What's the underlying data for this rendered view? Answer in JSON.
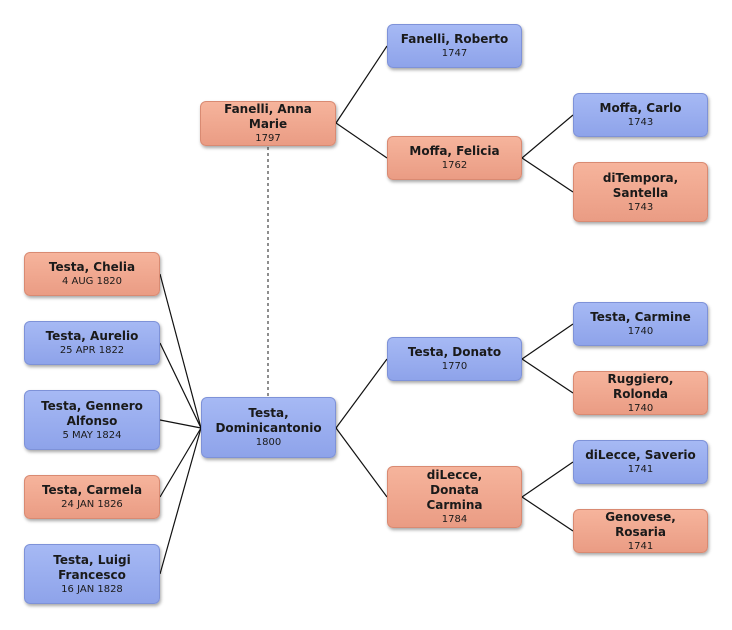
{
  "people": {
    "fanelli_roberto": {
      "name": "Fanelli, Roberto",
      "date": "1747",
      "gender": "male"
    },
    "fanelli_anna_marie": {
      "name": "Fanelli, Anna Marie",
      "date": "1797",
      "gender": "female"
    },
    "moffa_felicia": {
      "name": "Moffa, Felicia",
      "date": "1762",
      "gender": "female"
    },
    "moffa_carlo": {
      "name": "Moffa, Carlo",
      "date": "1743",
      "gender": "male"
    },
    "ditempora_santella": {
      "name": "diTempora, Santella",
      "date": "1743",
      "gender": "female"
    },
    "testa_chelia": {
      "name": "Testa, Chelia",
      "date": "4 AUG 1820",
      "gender": "female"
    },
    "testa_aurelio": {
      "name": "Testa, Aurelio",
      "date": "25 APR 1822",
      "gender": "male"
    },
    "testa_gennero_alfonso": {
      "name": "Testa, Gennero Alfonso",
      "date": "5 MAY 1824",
      "gender": "male"
    },
    "testa_carmela": {
      "name": "Testa, Carmela",
      "date": "24 JAN 1826",
      "gender": "female"
    },
    "testa_luigi_francesco": {
      "name": "Testa, Luigi Francesco",
      "date": "16 JAN 1828",
      "gender": "male"
    },
    "testa_dominicantonio": {
      "name": "Testa, Dominicantonio",
      "date": "1800",
      "gender": "male"
    },
    "testa_donato": {
      "name": "Testa, Donato",
      "date": "1770",
      "gender": "male"
    },
    "dilecce_donata_carmina": {
      "name": "diLecce, Donata Carmina",
      "date": "1784",
      "gender": "female"
    },
    "testa_carmine": {
      "name": "Testa, Carmine",
      "date": "1740",
      "gender": "male"
    },
    "ruggiero_rolonda": {
      "name": "Ruggiero, Rolonda",
      "date": "1740",
      "gender": "female"
    },
    "dilecce_saverio": {
      "name": "diLecce, Saverio",
      "date": "1741",
      "gender": "male"
    },
    "genovese_rosaria": {
      "name": "Genovese, Rosaria",
      "date": "1741",
      "gender": "female"
    }
  },
  "colors": {
    "male": "#9aaeee",
    "female": "#f0a890",
    "line": "#111111"
  }
}
